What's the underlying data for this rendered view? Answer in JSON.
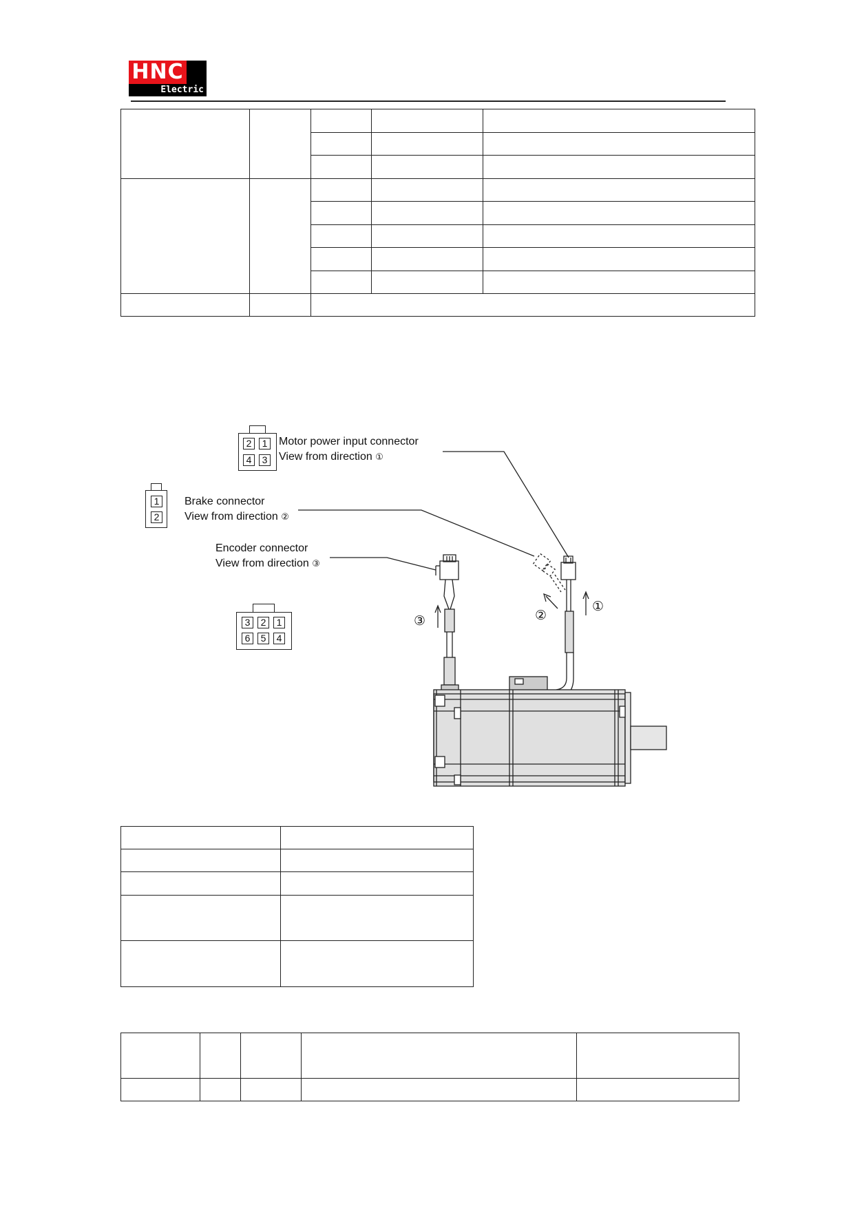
{
  "header": {
    "logo_brand": "HNC",
    "logo_sub": "Electric"
  },
  "diagram": {
    "motor_power": {
      "title": "Motor power input connector",
      "view": "View from direction",
      "view_mark": "①",
      "pins": [
        "2",
        "1",
        "4",
        "3"
      ]
    },
    "brake": {
      "title": "Brake connector",
      "view": "View from direction",
      "view_mark": "②",
      "pins": [
        "1",
        "2"
      ]
    },
    "encoder": {
      "title": "Encoder connector",
      "view": "View from direction",
      "view_mark": "③",
      "pins": [
        "3",
        "2",
        "1",
        "6",
        "5",
        "4"
      ]
    },
    "direction_marks": [
      "①",
      "②",
      "③"
    ]
  }
}
